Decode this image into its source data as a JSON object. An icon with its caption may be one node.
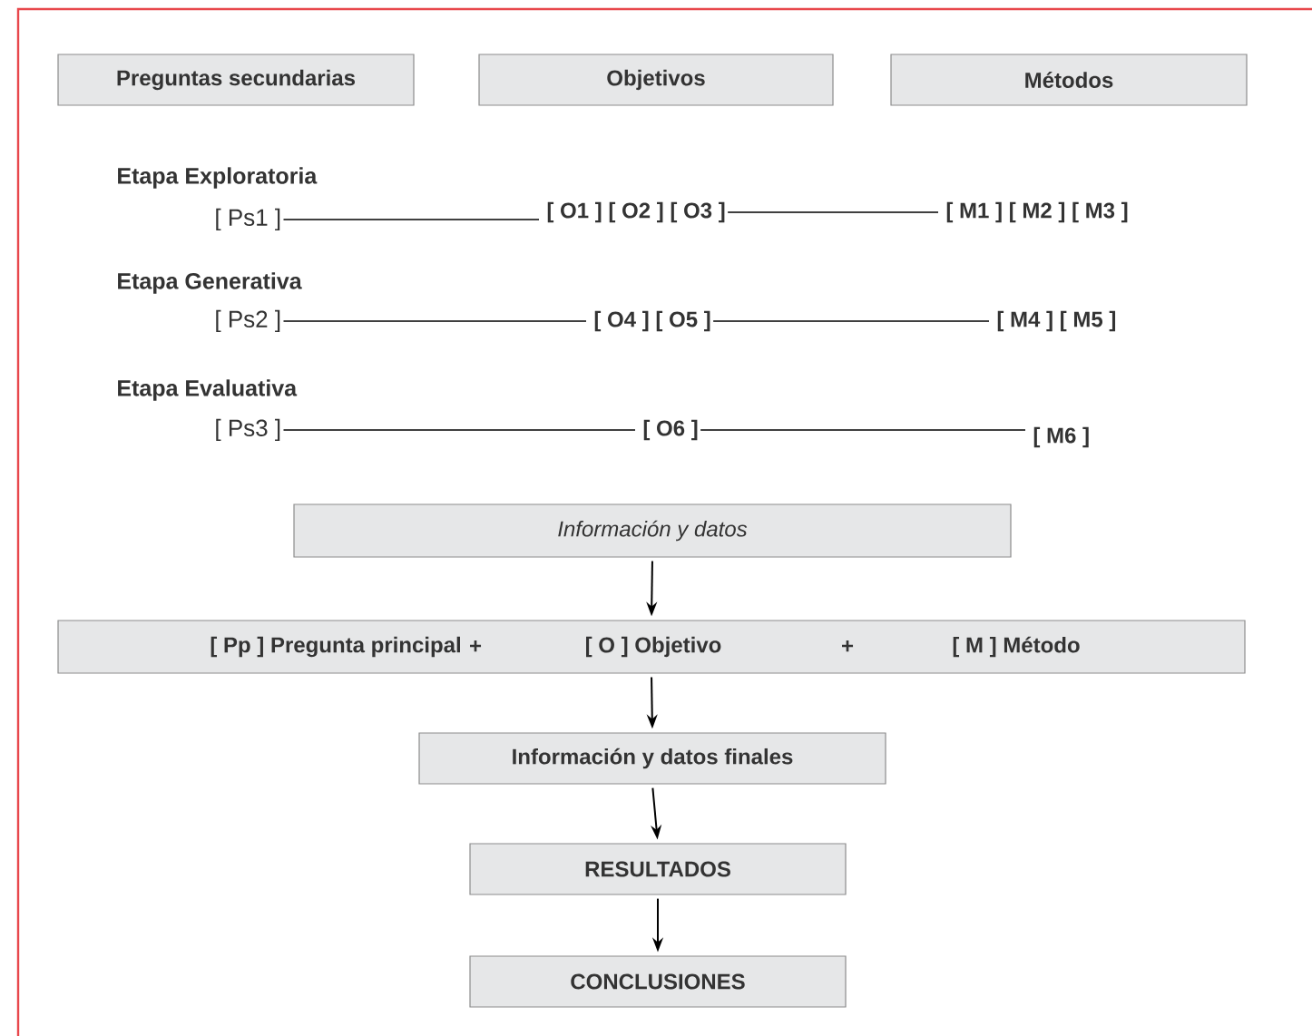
{
  "diagram": {
    "nodes": [
      {
        "text": [
          "Preguntas secundarias"
        ]
      },
      {
        "text": [
          "Objetivos"
        ]
      },
      {
        "text": [
          "Métodos"
        ]
      },
      {
        "text": [
          "[ Ps1 ]"
        ]
      },
      {
        "text": [
          "[ O1 ] [ O2 ] [ O3 ]"
        ]
      },
      {
        "text": [
          "[ M1 ] [ M2 ] [ M3 ]"
        ]
      },
      {
        "text": [
          "[ Ps2 ]"
        ]
      },
      {
        "text": [
          "[ O4 ] [ O5 ]"
        ]
      },
      {
        "text": [
          "[ M4 ] [ M5 ]"
        ]
      },
      {
        "text": [
          "[ Ps3 ]"
        ]
      },
      {
        "text": [
          "[ O6 ]"
        ]
      },
      {
        "text": [
          "[ M6 ]"
        ]
      },
      {
        "text": [
          "Información y datos"
        ]
      },
      {
        "text": [
          "[ Pp ] Pregunta principal",
          "+",
          "[ O ] Objetivo",
          "+",
          "[ M ] Método"
        ]
      },
      {
        "text": [
          "Información y datos finales"
        ]
      },
      {
        "text": [
          "RESULTADOS"
        ]
      },
      {
        "text": [
          "CONCLUSIONES"
        ]
      }
    ],
    "edges": [
      {
        "from": 3,
        "to": 4,
        "arrow": "none"
      },
      {
        "from": 4,
        "to": 5,
        "arrow": "none"
      },
      {
        "from": 6,
        "to": 7,
        "arrow": "none"
      },
      {
        "from": 7,
        "to": 8,
        "arrow": "none"
      },
      {
        "from": 9,
        "to": 10,
        "arrow": "none"
      },
      {
        "from": 10,
        "to": 11,
        "arrow": "none"
      },
      {
        "from": 12,
        "to": 13,
        "arrow": "to"
      },
      {
        "from": 13,
        "to": 14,
        "arrow": "to"
      },
      {
        "from": 14,
        "to": 15,
        "arrow": "to"
      },
      {
        "from": 15,
        "to": 16,
        "arrow": "to"
      }
    ],
    "labels": [
      "Etapa Exploratoria",
      "Etapa Generativa",
      "Etapa Evaluativa"
    ]
  }
}
